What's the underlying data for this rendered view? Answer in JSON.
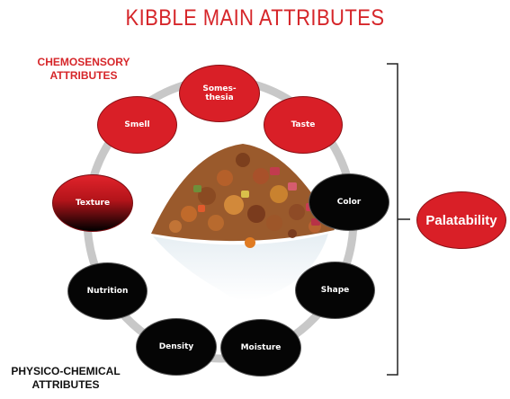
{
  "title": "KIBBLE MAIN ATTRIBUTES",
  "groups": {
    "chemosensory": "CHEMOSENSORY\nATTRIBUTES",
    "physico_chemical": "PHYSICO-CHEMICAL\nATTRIBUTES"
  },
  "attributes": {
    "somesthesia": "Somes-\nthesia",
    "taste": "Taste",
    "color": "Color",
    "shape": "Shape",
    "moisture": "Moisture",
    "density": "Density",
    "nutrition": "Nutrition",
    "texture": "Texture",
    "smell": "Smell"
  },
  "result": "Palatability",
  "colors": {
    "accent_red": "#d91f27",
    "title_red": "#d6262a",
    "dark": "#050505",
    "ring": "#c8c8c8"
  }
}
